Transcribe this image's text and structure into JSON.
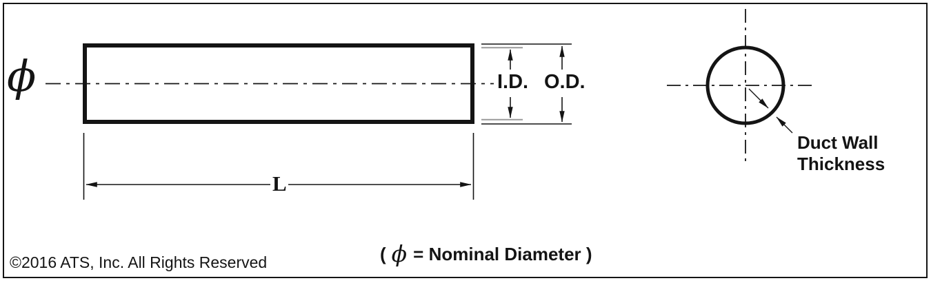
{
  "diagram": {
    "side_view": {
      "phi_symbol": "ϕ",
      "id_label": "I.D.",
      "od_label": "O.D.",
      "length_label": "L"
    },
    "end_view": {
      "callout_line1": "Duct Wall",
      "callout_line2": "Thickness"
    },
    "caption": {
      "prefix": "(",
      "phi": "ϕ",
      "suffix": "= Nominal Diameter )"
    },
    "copyright": "©2016 ATS, Inc. All Rights Reserved",
    "colors": {
      "line": "#141414",
      "inner_edge_line": "#999999",
      "background": "#ffffff"
    }
  }
}
